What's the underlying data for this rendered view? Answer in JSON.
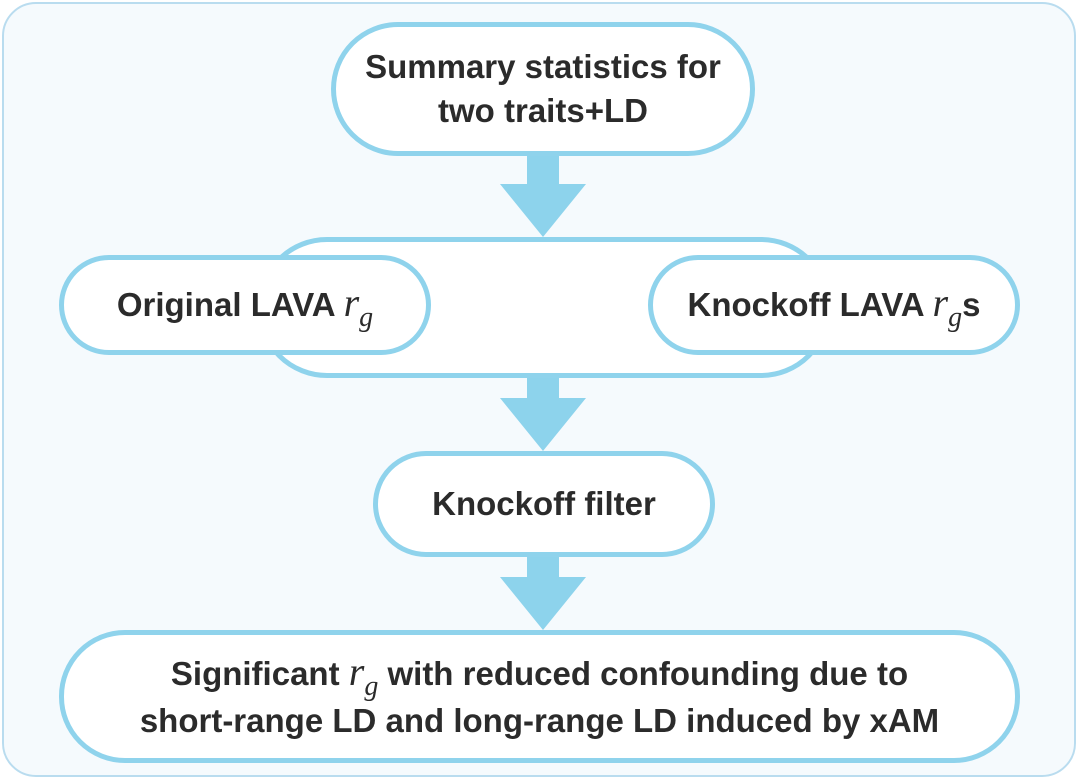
{
  "diagram": {
    "nodes": {
      "summary": {
        "line1": "Summary statistics for",
        "line2": "two traits+LD"
      },
      "original": {
        "text": "Original LAVA ",
        "symbol": "r",
        "subscript": "g"
      },
      "knockoff": {
        "text": "Knockoff LAVA ",
        "symbol": "r",
        "subscript": "g",
        "suffix": "s"
      },
      "filter": {
        "text": "Knockoff filter"
      },
      "result": {
        "prefix": "Significant ",
        "symbol": "r",
        "subscript": "g",
        "line1_rest": " with reduced confounding due to",
        "line2": "short-range LD and long-range LD induced by xAM"
      }
    },
    "colors": {
      "background": "#f5fafd",
      "frame_border": "#b9dcef",
      "node_border": "#8fd3ec",
      "node_fill": "#ffffff",
      "arrow": "#8dd3ec",
      "text": "#2b2b2b"
    }
  }
}
